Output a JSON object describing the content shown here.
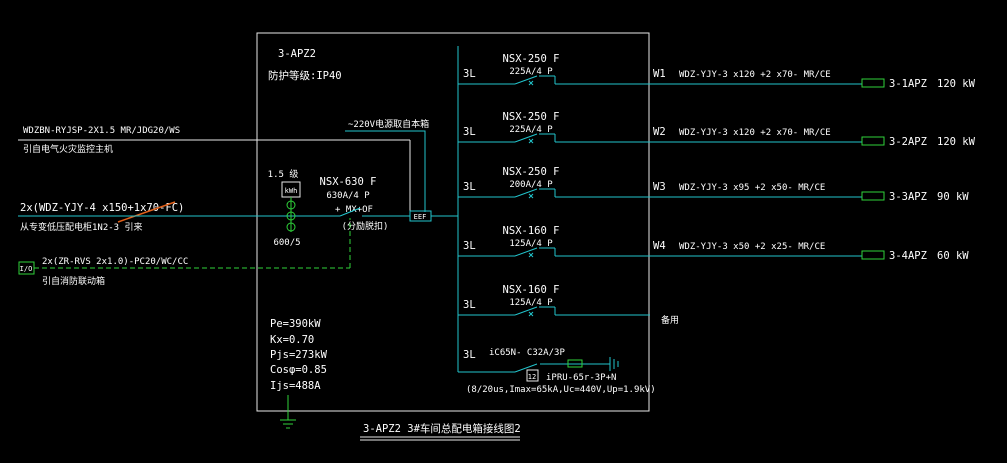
{
  "panel": {
    "name": "3-APZ2",
    "protection": "防护等级:IP40",
    "ctrl_note": "~220V电源取自本箱",
    "eef_label": "EEF",
    "trip_note": "(分励脱扣)"
  },
  "incoming": {
    "cable_fire": "WDZBN-RYJSP-2X1.5 MR/JDG20/WS",
    "cable_fire_note": "引自电气火灾监控主机",
    "cable_main": "2x(WDZ-YJY-4 x150+1x70-FC)",
    "cable_main_note": "从专变低压配电柜1N2-3 引来",
    "cable_fa": "2x(ZR-RVS 2x1.0)-PC20/WC/CC",
    "cable_fa_note": "引自消防联动箱",
    "io_label": "I/O"
  },
  "main_switch": {
    "model": "NSX-630 F",
    "rating": "630A/4 P",
    "accessory": "+ MX+OF",
    "meter_top": "1.5 级",
    "meter_label": "kWh",
    "ct_ratio": "600/5"
  },
  "load": {
    "pe": "Pe=390kW",
    "kx": "Kx=0.70",
    "pjs": "Pjs=273kW",
    "cos": "Cosφ=0.85",
    "ijs": "Ijs=488A"
  },
  "circuits": [
    {
      "phase": "3L",
      "breaker": "NSX-250 F",
      "rating": "225A/4 P",
      "circuit_no": "W1",
      "cable": "WDZ-YJY-3 x120 +2 x70- MR/CE",
      "destination": "3-1APZ",
      "power": "120 kW"
    },
    {
      "phase": "3L",
      "breaker": "NSX-250 F",
      "rating": "225A/4 P",
      "circuit_no": "W2",
      "cable": "WDZ-YJY-3 x120 +2 x70- MR/CE",
      "destination": "3-2APZ",
      "power": "120 kW"
    },
    {
      "phase": "3L",
      "breaker": "NSX-250 F",
      "rating": "200A/4 P",
      "circuit_no": "W3",
      "cable": "WDZ-YJY-3 x95 +2 x50- MR/CE",
      "destination": "3-3APZ",
      "power": "90 kW"
    },
    {
      "phase": "3L",
      "breaker": "NSX-160 F",
      "rating": "125A/4 P",
      "circuit_no": "W4",
      "cable": "WDZ-YJY-3 x50 +2 x25- MR/CE",
      "destination": "3-4APZ",
      "power": "60 kW"
    },
    {
      "phase": "3L",
      "breaker": "NSX-160 F",
      "rating": "125A/4 P",
      "circuit_no": "",
      "cable": "",
      "destination": "备用",
      "power": ""
    }
  ],
  "spd": {
    "phase": "3L",
    "breaker": "iC65N- C32A/3P",
    "tag": "12",
    "model": "iPRU-65r-3P+N",
    "spec": "(8/20us,Imax=65kA,Uc=440V,Up=1.9kV)"
  },
  "drawing_title": "3-APZ2  3#车间总配电箱接线图2"
}
